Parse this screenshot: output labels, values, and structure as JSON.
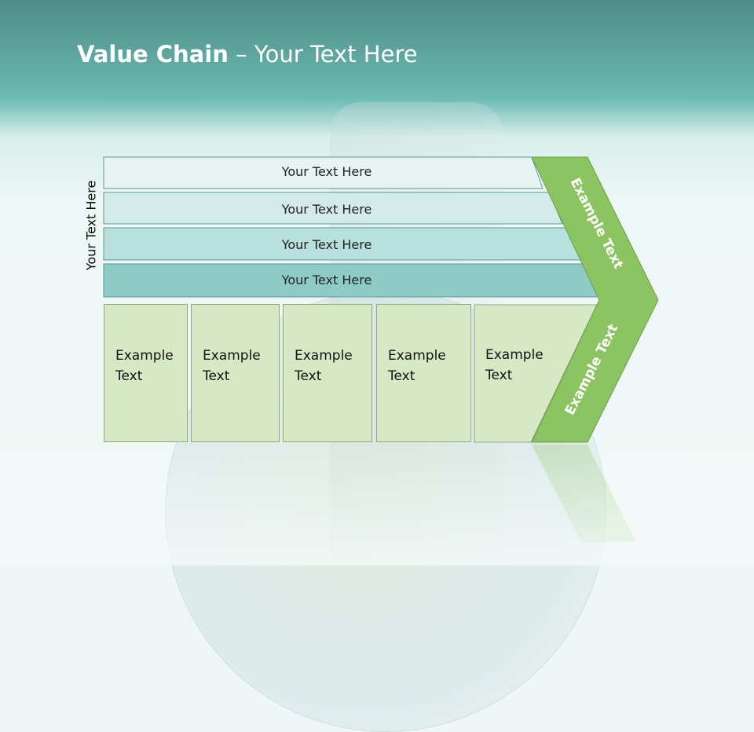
{
  "title": {
    "bold": "Value Chain",
    "rest": " – Your Text Here"
  },
  "side_label": "Your Text Here",
  "bars": [
    {
      "label": "Your Text Here",
      "color": "#e8f4f3"
    },
    {
      "label": "Your Text Here",
      "color": "#d2ebe8"
    },
    {
      "label": "Your Text Here",
      "color": "#b8e0dc"
    },
    {
      "label": "Your Text Here",
      "color": "#8ecbc5"
    }
  ],
  "boxes": [
    {
      "line1": "Example",
      "line2": "Text"
    },
    {
      "line1": "Example",
      "line2": "Text"
    },
    {
      "line1": "Example",
      "line2": "Text"
    },
    {
      "line1": "Example",
      "line2": "Text"
    },
    {
      "line1": "Example",
      "line2": "Text"
    }
  ],
  "chevron": {
    "upper": "Example Text",
    "lower": "Example Text",
    "color": "#8cc461"
  },
  "colors": {
    "header": "#5aa9a1",
    "box_fill": "#d6e9c4"
  }
}
